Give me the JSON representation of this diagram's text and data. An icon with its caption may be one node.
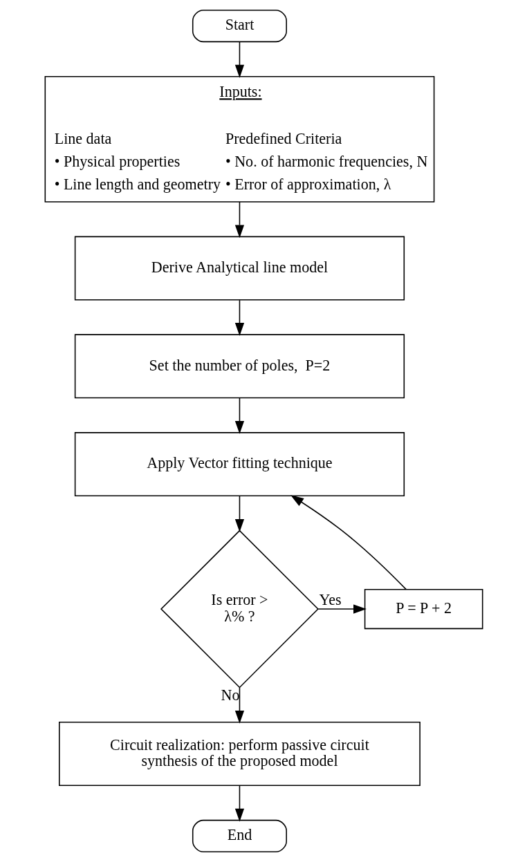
{
  "diagram": {
    "nodes": [
      {
        "text": [
          "Start"
        ]
      },
      {
        "text": [
          "Inputs:",
          "Line data",
          "• Physical properties",
          "• Line length and geometry",
          "Predefined Criteria",
          "• No. of harmonic frequencies, N",
          "• Error of approximation, λ"
        ]
      },
      {
        "text": [
          "Derive Analytical line model"
        ]
      },
      {
        "text": [
          "Set the number of poles,  P=2"
        ]
      },
      {
        "text": [
          "Apply Vector fitting technique"
        ]
      },
      {
        "text": [
          "Is error > λ% ?"
        ]
      },
      {
        "text": [
          "P = P + 2"
        ]
      },
      {
        "text": [
          "Circuit realization: perform passive circuit synthesis of the proposed model"
        ]
      },
      {
        "text": [
          "End"
        ]
      }
    ],
    "edges": [
      {
        "from": 0,
        "to": 1,
        "arrow": "to"
      },
      {
        "from": 1,
        "to": 2,
        "arrow": "to"
      },
      {
        "from": 2,
        "to": 3,
        "arrow": "to"
      },
      {
        "from": 3,
        "to": 4,
        "arrow": "to"
      },
      {
        "from": 4,
        "to": 5,
        "arrow": "to"
      },
      {
        "from": 5,
        "to": 6,
        "arrow": "to",
        "label": "Yes"
      },
      {
        "from": 6,
        "to": 4,
        "arrow": "to"
      },
      {
        "from": 5,
        "to": 7,
        "arrow": "to",
        "label": "No"
      },
      {
        "from": 7,
        "to": 8,
        "arrow": "to"
      }
    ]
  }
}
